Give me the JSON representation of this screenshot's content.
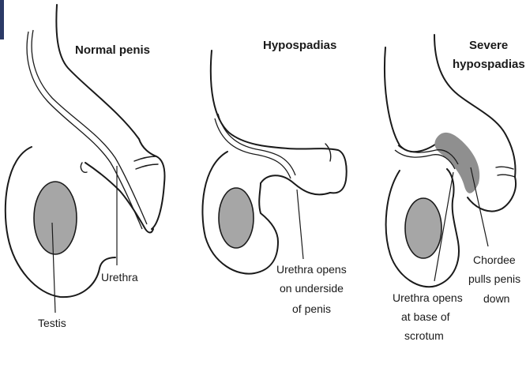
{
  "colors": {
    "testis_fill": "#a6a6a6",
    "chordee_fill": "#8f8f8f",
    "line": "#1a1a1a",
    "edge_bar": "#2b3a66"
  },
  "panels": [
    {
      "title_lines": [
        "Normal penis"
      ],
      "labels": {
        "testis": [
          "Testis"
        ],
        "urethra": [
          "Urethra"
        ]
      }
    },
    {
      "title_lines": [
        "Hypospadias"
      ],
      "labels": {
        "urethra": [
          "Urethra opens",
          "on underside",
          "of penis"
        ]
      }
    },
    {
      "title_lines": [
        "Severe",
        "hypospadias"
      ],
      "labels": {
        "urethra": [
          "Urethra opens",
          "at base of",
          "scrotum"
        ],
        "chordee": [
          "Chordee",
          "pulls penis",
          "down"
        ]
      }
    }
  ]
}
